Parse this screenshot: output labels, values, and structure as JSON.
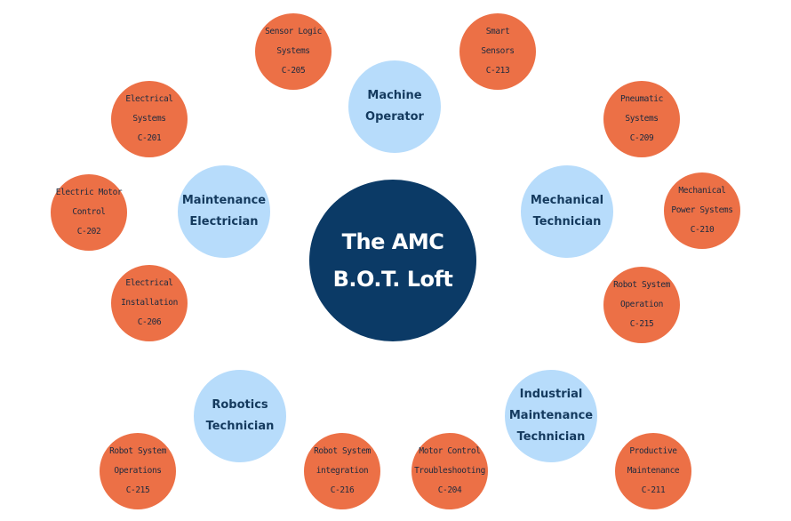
{
  "center": {
    "lines": [
      "The AMC",
      "B.O.T. Loft"
    ]
  },
  "roles": {
    "machine_operator": {
      "lines": [
        "Machine",
        "Operator"
      ]
    },
    "maintenance_electrician": {
      "lines": [
        "Maintenance",
        "Electrician"
      ]
    },
    "mechanical_technician": {
      "lines": [
        "Mechanical",
        "Technician"
      ]
    },
    "robotics_technician": {
      "lines": [
        "Robotics",
        "Technician"
      ]
    },
    "industrial_maintenance_technician": {
      "lines": [
        "Industrial",
        "Maintenance",
        "Technician"
      ]
    }
  },
  "courses": {
    "c205": {
      "lines": [
        "Sensor Logic",
        "Systems",
        "C-205"
      ]
    },
    "c213": {
      "lines": [
        "Smart",
        "Sensors",
        "C-213"
      ]
    },
    "c201": {
      "lines": [
        "Electrical",
        "Systems",
        "C-201"
      ]
    },
    "c209": {
      "lines": [
        "Pneumatic",
        "Systems",
        "C-209"
      ]
    },
    "c202": {
      "lines": [
        "Electric Motor",
        "Control",
        "C-202"
      ]
    },
    "c210": {
      "lines": [
        "Mechanical",
        "Power Systems",
        "C-210"
      ]
    },
    "c206": {
      "lines": [
        "Electrical",
        "Installation",
        "C-206"
      ]
    },
    "c215_a": {
      "lines": [
        "Robot System",
        "Operation",
        "C-215"
      ]
    },
    "c215_b": {
      "lines": [
        "Robot System",
        "Operations",
        "C-215"
      ]
    },
    "c216": {
      "lines": [
        "Robot System",
        "integration",
        "C-216"
      ]
    },
    "c204": {
      "lines": [
        "Motor Control",
        "Troubleshooting",
        "C-204"
      ]
    },
    "c211": {
      "lines": [
        "Productive",
        "Maintenance",
        "C-211"
      ]
    }
  },
  "colors": {
    "center_fill": "#0b3a66",
    "role_fill": "#b7dcfb",
    "course_fill": "#ec7046",
    "role_text": "#143a5e",
    "course_text": "#1c2a3f"
  }
}
